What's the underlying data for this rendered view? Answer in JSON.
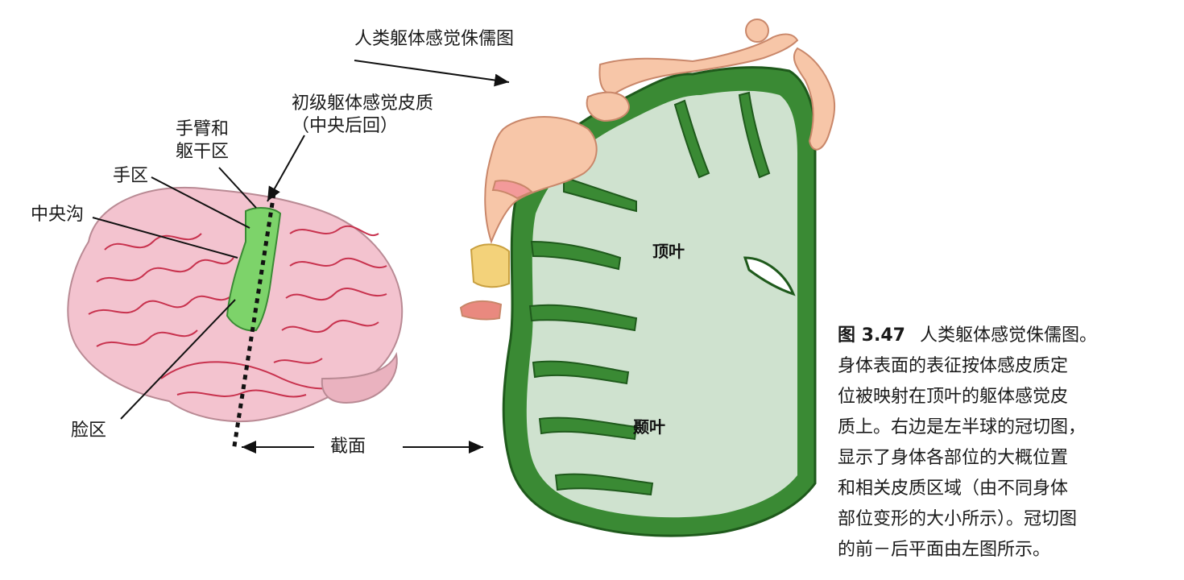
{
  "title": "人类躯体感觉侏儒图",
  "labels": {
    "primary_cortex": "初级躯体感觉皮质",
    "primary_cortex_sub": "（中央后回）",
    "arm_trunk_line1": "手臂和",
    "arm_trunk_line2": "躯干区",
    "hand_area": "手区",
    "central_sulcus": "中央沟",
    "face_area": "脸区",
    "section_plane": "截面",
    "parietal_lobe": "顶叶",
    "temporal_lobe": "颞叶"
  },
  "caption": {
    "figure_number": "图 3.47",
    "lines": [
      "人类躯体感觉侏儒图。",
      "身体表面的表征按体感皮质定",
      "位被映射在顶叶的躯体感觉皮",
      "质上。右边是左半球的冠切图，",
      "显示了身体各部位的大概位置",
      "和相关皮质区域（由不同身体",
      "部位变形的大小所示）。冠切图",
      "的前－后平面由左图所示。"
    ]
  },
  "colors": {
    "brain_pink": "#f3c3cf",
    "brain_vessel": "#c8324e",
    "cortex_green": "#3a8a34",
    "white_matter": "#cfe2cf",
    "highlight_green": "#7dd36a",
    "skin": "#f7c6a8"
  }
}
